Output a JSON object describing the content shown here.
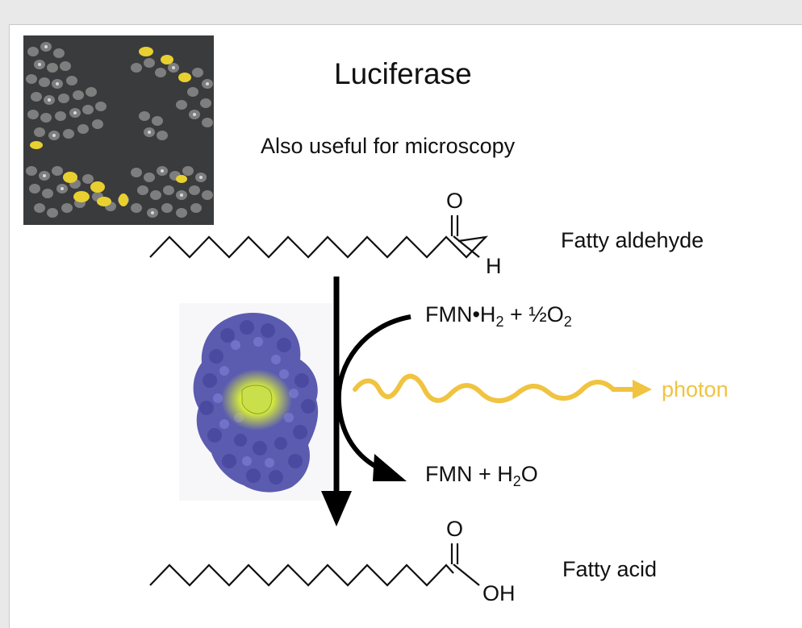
{
  "title": "Luciferase",
  "subtitle": "Also useful for microscopy",
  "reactant_label": "Fatty aldehyde",
  "product_label": "Fatty acid",
  "aldehyde_O": "O",
  "aldehyde_H": "H",
  "acid_O": "O",
  "acid_OH": "OH",
  "cofactor_in": {
    "main": "FMN•H",
    "sub1": "2",
    "mid": " + ½O",
    "sub2": "2"
  },
  "cofactor_out": {
    "main": "FMN + H",
    "sub": "2",
    "end": "O"
  },
  "photon_label": "photon",
  "colors": {
    "photon": "#f0c340",
    "protein": "#5b5cb0",
    "glow": "#e6f23a",
    "arrow": "#000000"
  },
  "images": [
    "microscopy-image",
    "luciferase-protein-structure"
  ]
}
